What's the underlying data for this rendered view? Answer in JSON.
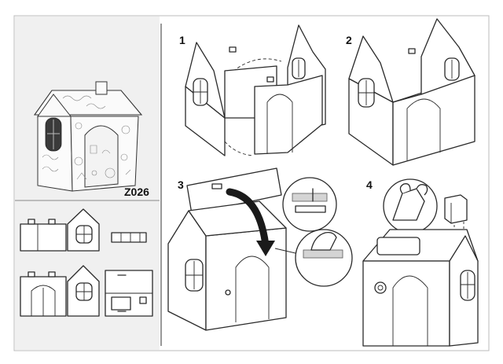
{
  "model_code": "Z026",
  "steps": [
    {
      "number": "1"
    },
    {
      "number": "2"
    },
    {
      "number": "3"
    },
    {
      "number": "4"
    }
  ],
  "icons": {
    "arrow": "curved-arrow-icon",
    "hand": "hand-icon"
  },
  "colors": {
    "line": "#2a2a2a",
    "panel": "#f0f0f0",
    "frame": "#bbbbbb"
  }
}
